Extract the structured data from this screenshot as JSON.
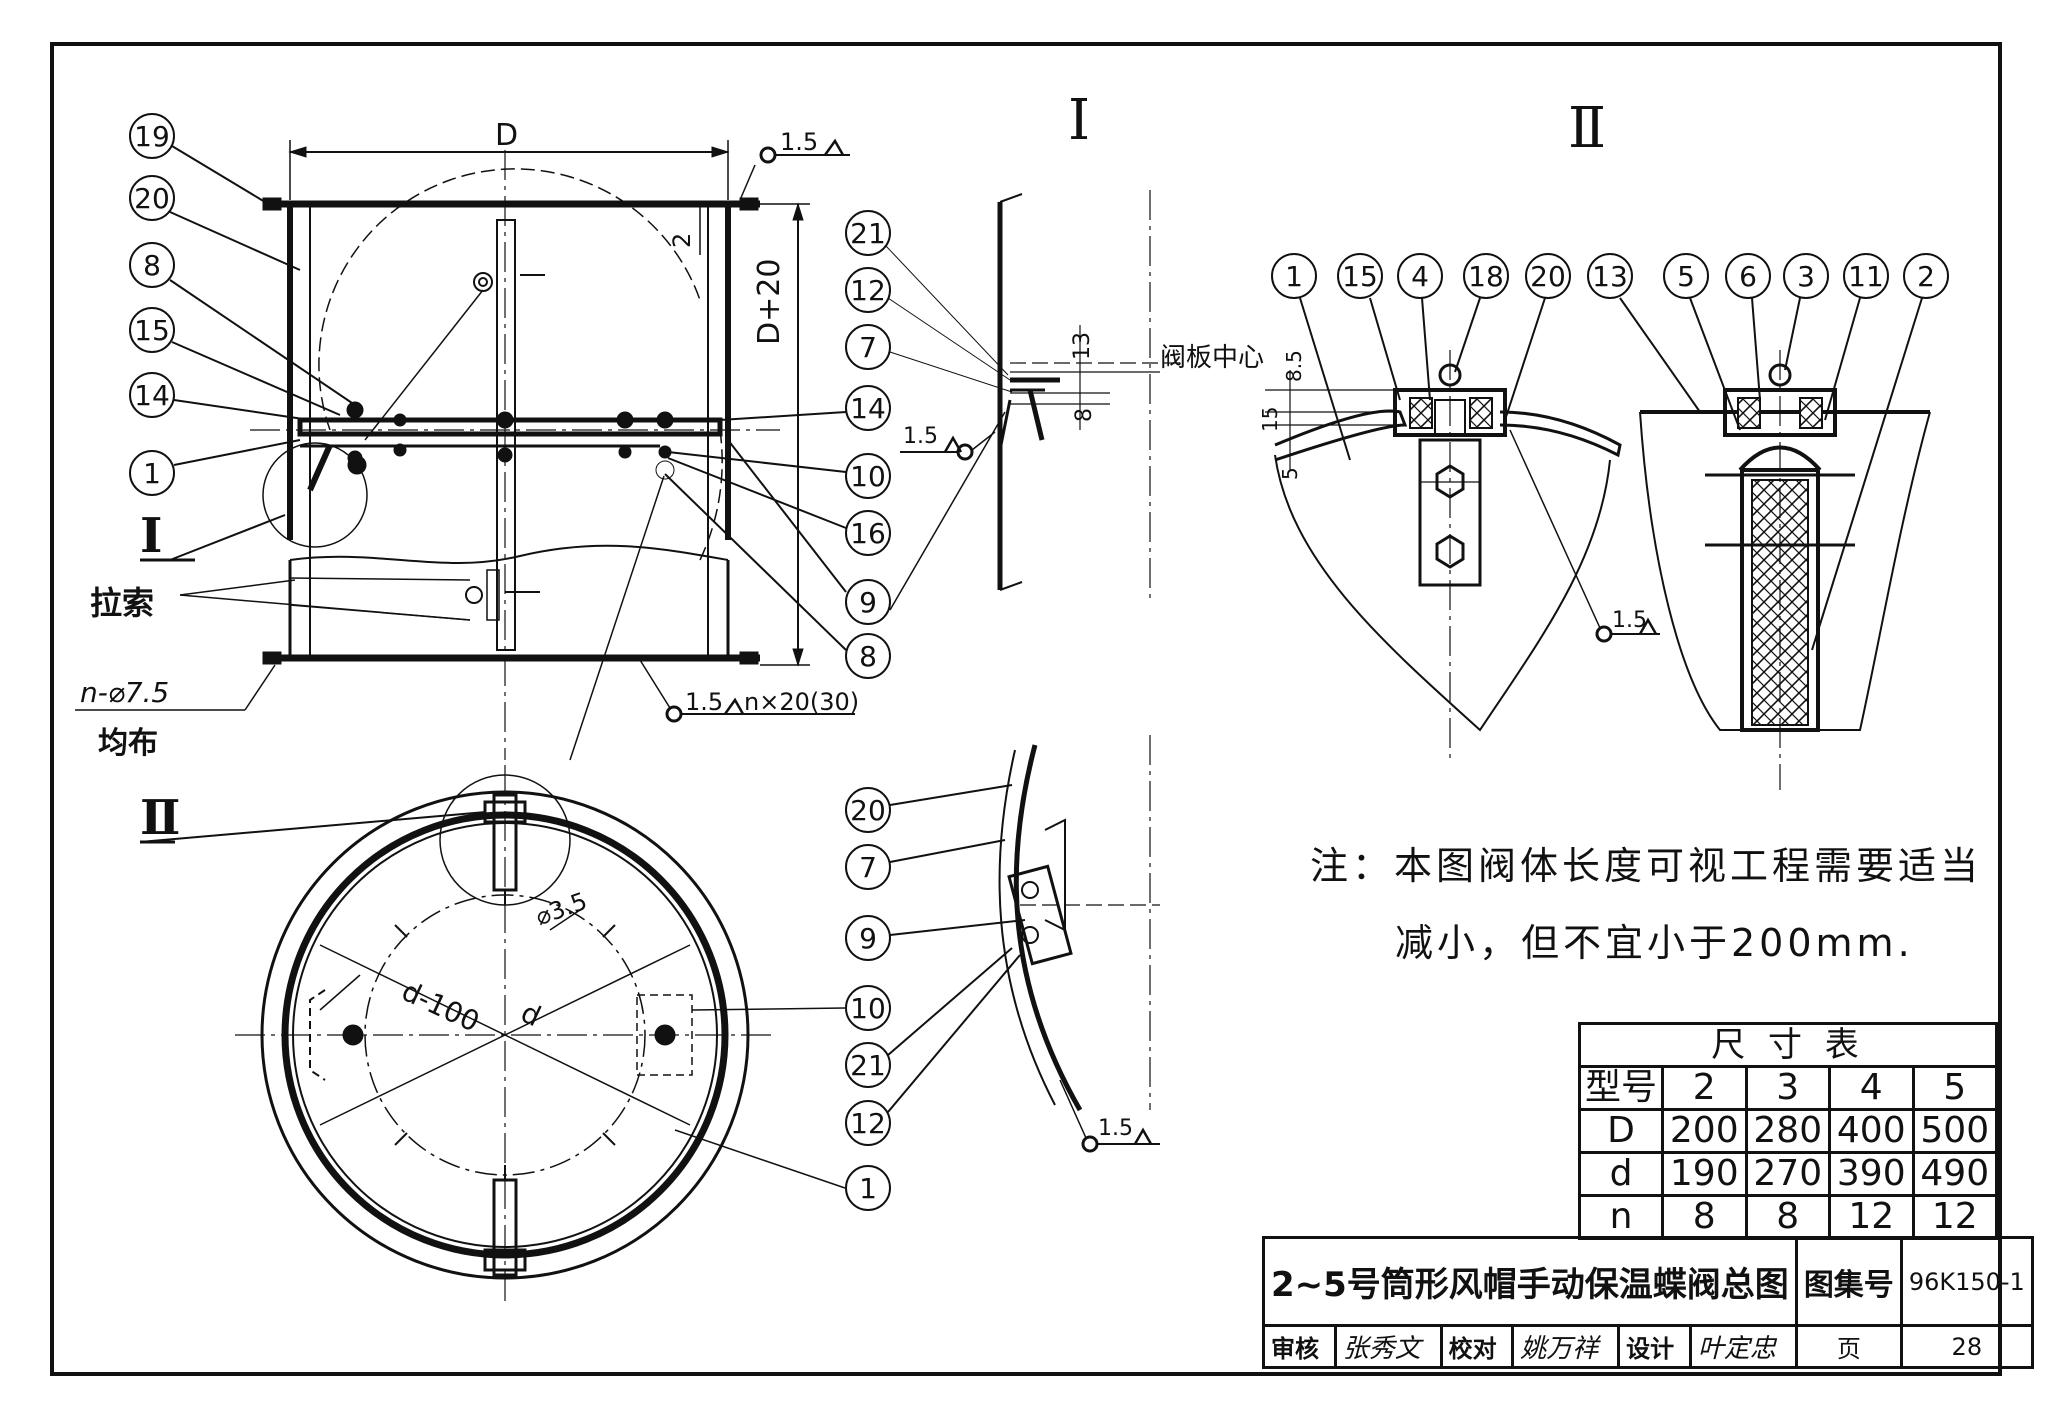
{
  "views": {
    "view_I": "Ⅰ",
    "view_II": "Ⅱ",
    "detail_I": "Ⅰ",
    "detail_II": "Ⅱ"
  },
  "dims": {
    "D": "D",
    "D_plus_20": "D+20",
    "gap_2": "2",
    "weld_1_5": "1.5",
    "weld_n": "1.5",
    "weld_n_spec": "n×20(30)",
    "holes": "n-⌀7.5",
    "holes_note": "均布",
    "pull_rope": "拉索",
    "d_minus_100": "d-100",
    "d": "d",
    "phi_3_5": "⌀3.5",
    "valve_center": "阀板中心",
    "d13": "13",
    "d8": "8",
    "d8_5": "8.5",
    "d15": "15",
    "d5": "5"
  },
  "balloons": {
    "left": [
      "19",
      "20",
      "8",
      "15",
      "14",
      "1"
    ],
    "right_main": [
      "14",
      "10",
      "16",
      "9",
      "8"
    ],
    "detail_I": [
      "21",
      "12",
      "7"
    ],
    "top_detail": [
      "1",
      "15",
      "4",
      "18",
      "20",
      "13",
      "5",
      "6",
      "3",
      "11",
      "2"
    ],
    "lower_detail": [
      "20",
      "7",
      "9",
      "10",
      "21",
      "12",
      "1"
    ]
  },
  "note": {
    "line1": "注：本图阀体长度可视工程需要适当",
    "line2": "减小，但不宜小于200mm."
  },
  "size_table": {
    "title": "尺   寸   表",
    "header": [
      "型号",
      "2",
      "3",
      "4",
      "5"
    ],
    "rows": [
      [
        "D",
        "200",
        "280",
        "400",
        "500"
      ],
      [
        "d",
        "190",
        "270",
        "390",
        "490"
      ],
      [
        "n",
        "8",
        "8",
        "12",
        "12"
      ]
    ]
  },
  "title_block": {
    "drawing_title": "2~5号筒形风帽手动保温蝶阀总图",
    "atlas_label": "图集号",
    "atlas_no": "96K150-1",
    "review_label": "审核",
    "reviewer": "张秀文",
    "check_label": "校对",
    "checker": "姚万祥",
    "design_label": "设计",
    "designer": "叶定忠",
    "page_label": "页",
    "page_no": "28"
  }
}
